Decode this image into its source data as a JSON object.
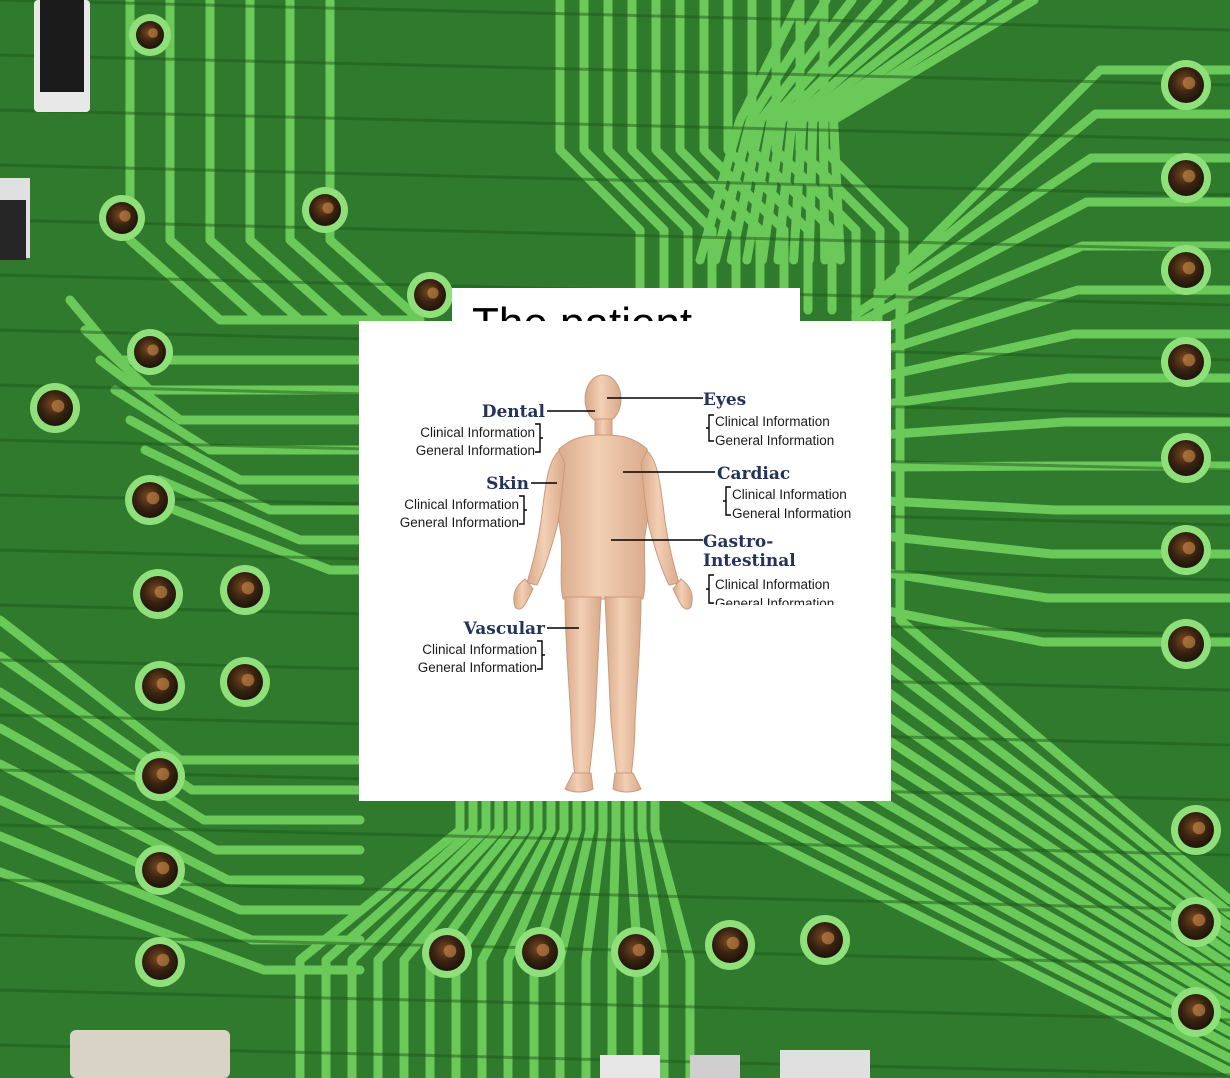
{
  "slide": {
    "title": "The patient",
    "background": "circuit-board",
    "colors": {
      "board_green": "#2f7a2c",
      "trace_green": "#6fd05c",
      "pad_copper": "#3a2411",
      "organ_label": "#23335c"
    }
  },
  "diagram": {
    "figure": "human-body",
    "organs": {
      "dental": {
        "name": "Dental",
        "clinical": "Clinical Information",
        "general": "General Information"
      },
      "skin": {
        "name": "Skin",
        "clinical": "Clinical Information",
        "general": "General Information"
      },
      "vascular": {
        "name": "Vascular",
        "clinical": "Clinical Information",
        "general": "General Information"
      },
      "eyes": {
        "name": "Eyes",
        "clinical": "Clinical Information",
        "general": "General Information"
      },
      "cardiac": {
        "name": "Cardiac",
        "clinical": "Clinical Information",
        "general": "General Information"
      },
      "gastro": {
        "name_line1": "Gastro-",
        "name_line2": "Intestinal",
        "clinical": "Clinical Information",
        "general": "General Information"
      }
    }
  }
}
